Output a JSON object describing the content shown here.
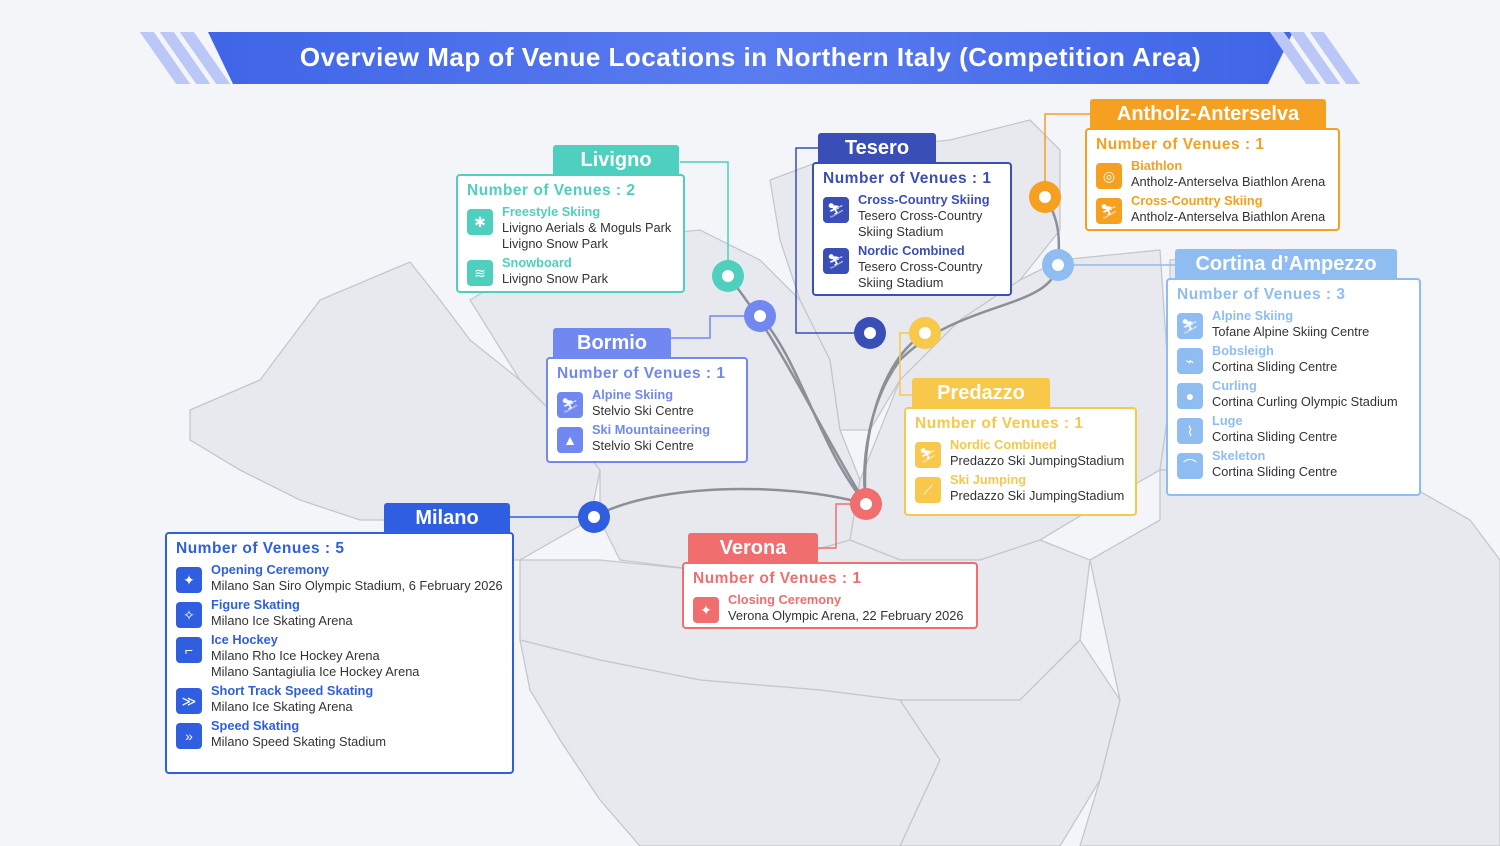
{
  "title": "Overview Map of Venue Locations in Northern Italy (Competition Area)",
  "regions": [
    {
      "key": "livigno",
      "name": "Livigno",
      "count": "Number of Venues : 2",
      "color": "#4fcfbd",
      "items": [
        {
          "icon": "freestyle-skiing-icon",
          "sport": "Freestyle Skiing",
          "venues": [
            "Livigno Aerials & Moguls Park",
            "Livigno Snow Park"
          ]
        },
        {
          "icon": "snowboard-icon",
          "sport": "Snowboard",
          "venues": [
            "Livigno Snow Park"
          ]
        }
      ]
    },
    {
      "key": "tesero",
      "name": "Tesero",
      "count": "Number of Venues : 1",
      "color": "#3a4eb8",
      "items": [
        {
          "icon": "cross-country-skiing-icon",
          "sport": "Cross-Country Skiing",
          "venues": [
            "Tesero Cross-Country",
            "Skiing Stadium"
          ]
        },
        {
          "icon": "nordic-combined-icon",
          "sport": "Nordic Combined",
          "venues": [
            "Tesero Cross-Country",
            "Skiing Stadium"
          ]
        }
      ]
    },
    {
      "key": "antholz",
      "name": "Antholz-Anterselva",
      "count": "Number of Venues : 1",
      "color": "#f5a020",
      "items": [
        {
          "icon": "biathlon-icon",
          "sport": "Biathlon",
          "venues": [
            "Antholz-Anterselva Biathlon Arena"
          ]
        },
        {
          "icon": "cross-country-skiing-icon",
          "sport": "Cross-Country Skiing",
          "venues": [
            "Antholz-Anterselva Biathlon Arena"
          ]
        }
      ]
    },
    {
      "key": "cortina",
      "name": "Cortina d’Ampezzo",
      "count": "Number of Venues : 3",
      "color": "#8fbdf2",
      "items": [
        {
          "icon": "alpine-skiing-icon",
          "sport": "Alpine Skiing",
          "venues": [
            "Tofane Alpine Skiing Centre"
          ]
        },
        {
          "icon": "bobsleigh-icon",
          "sport": "Bobsleigh",
          "venues": [
            "Cortina Sliding Centre"
          ]
        },
        {
          "icon": "curling-icon",
          "sport": "Curling",
          "venues": [
            "Cortina Curling Olympic Stadium"
          ]
        },
        {
          "icon": "luge-icon",
          "sport": "Luge",
          "venues": [
            "Cortina Sliding Centre"
          ]
        },
        {
          "icon": "skeleton-icon",
          "sport": "Skeleton",
          "venues": [
            "Cortina Sliding Centre"
          ]
        }
      ]
    },
    {
      "key": "bormio",
      "name": "Bormio",
      "count": "Number of Venues : 1",
      "color": "#7088f0",
      "items": [
        {
          "icon": "alpine-skiing-icon",
          "sport": "Alpine Skiing",
          "venues": [
            "Stelvio Ski Centre"
          ]
        },
        {
          "icon": "ski-mountaineering-icon",
          "sport": "Ski Mountaineering",
          "venues": [
            "Stelvio Ski Centre"
          ]
        }
      ]
    },
    {
      "key": "predazzo",
      "name": "Predazzo",
      "count": "Number of Venues : 1",
      "color": "#f8c84a",
      "items": [
        {
          "icon": "nordic-combined-icon",
          "sport": "Nordic Combined",
          "venues": [
            "Predazzo Ski JumpingStadium"
          ]
        },
        {
          "icon": "ski-jumping-icon",
          "sport": "Ski Jumping",
          "venues": [
            "Predazzo Ski JumpingStadium"
          ]
        }
      ]
    },
    {
      "key": "milano",
      "name": "Milano",
      "count": "Number of Venues : 5",
      "color": "#2f5fe0",
      "items": [
        {
          "icon": "opening-ceremony-icon",
          "sport": "Opening Ceremony",
          "venues": [
            "Milano San Siro Olympic Stadium, 6 February 2026"
          ]
        },
        {
          "icon": "figure-skating-icon",
          "sport": "Figure Skating",
          "venues": [
            "Milano Ice Skating Arena"
          ]
        },
        {
          "icon": "ice-hockey-icon",
          "sport": "Ice Hockey",
          "venues": [
            "Milano Rho Ice Hockey Arena",
            "Milano Santagiulia Ice Hockey Arena"
          ]
        },
        {
          "icon": "short-track-speed-skating-icon",
          "sport": "Short Track Speed Skating",
          "venues": [
            "Milano Ice Skating Arena"
          ]
        },
        {
          "icon": "speed-skating-icon",
          "sport": "Speed Skating",
          "venues": [
            "Milano Speed Skating Stadium"
          ]
        }
      ]
    },
    {
      "key": "verona",
      "name": "Verona",
      "count": "Number of Venues : 1",
      "color": "#f06e6e",
      "items": [
        {
          "icon": "closing-ceremony-icon",
          "sport": "Closing Ceremony",
          "venues": [
            "Verona Olympic Arena, 22 February 2026"
          ]
        }
      ]
    }
  ]
}
